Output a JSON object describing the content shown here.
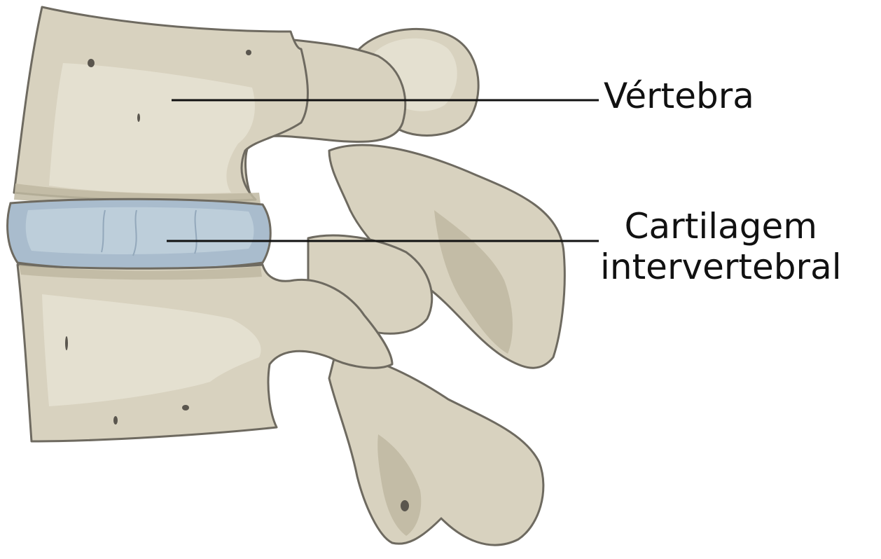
{
  "labels": {
    "vertebra": "Vértebra",
    "cartilage_line1": "Cartilagem",
    "cartilage_line2": "intervertebral"
  },
  "colors": {
    "bone": "#d8d2bf",
    "bone_shadow": "#bfb8a1",
    "bone_highlight": "#e6e1d2",
    "outline": "#6e6a60",
    "disc": "#a9bccd",
    "disc_highlight": "#bfcfdc",
    "leader_line": "#111111"
  }
}
